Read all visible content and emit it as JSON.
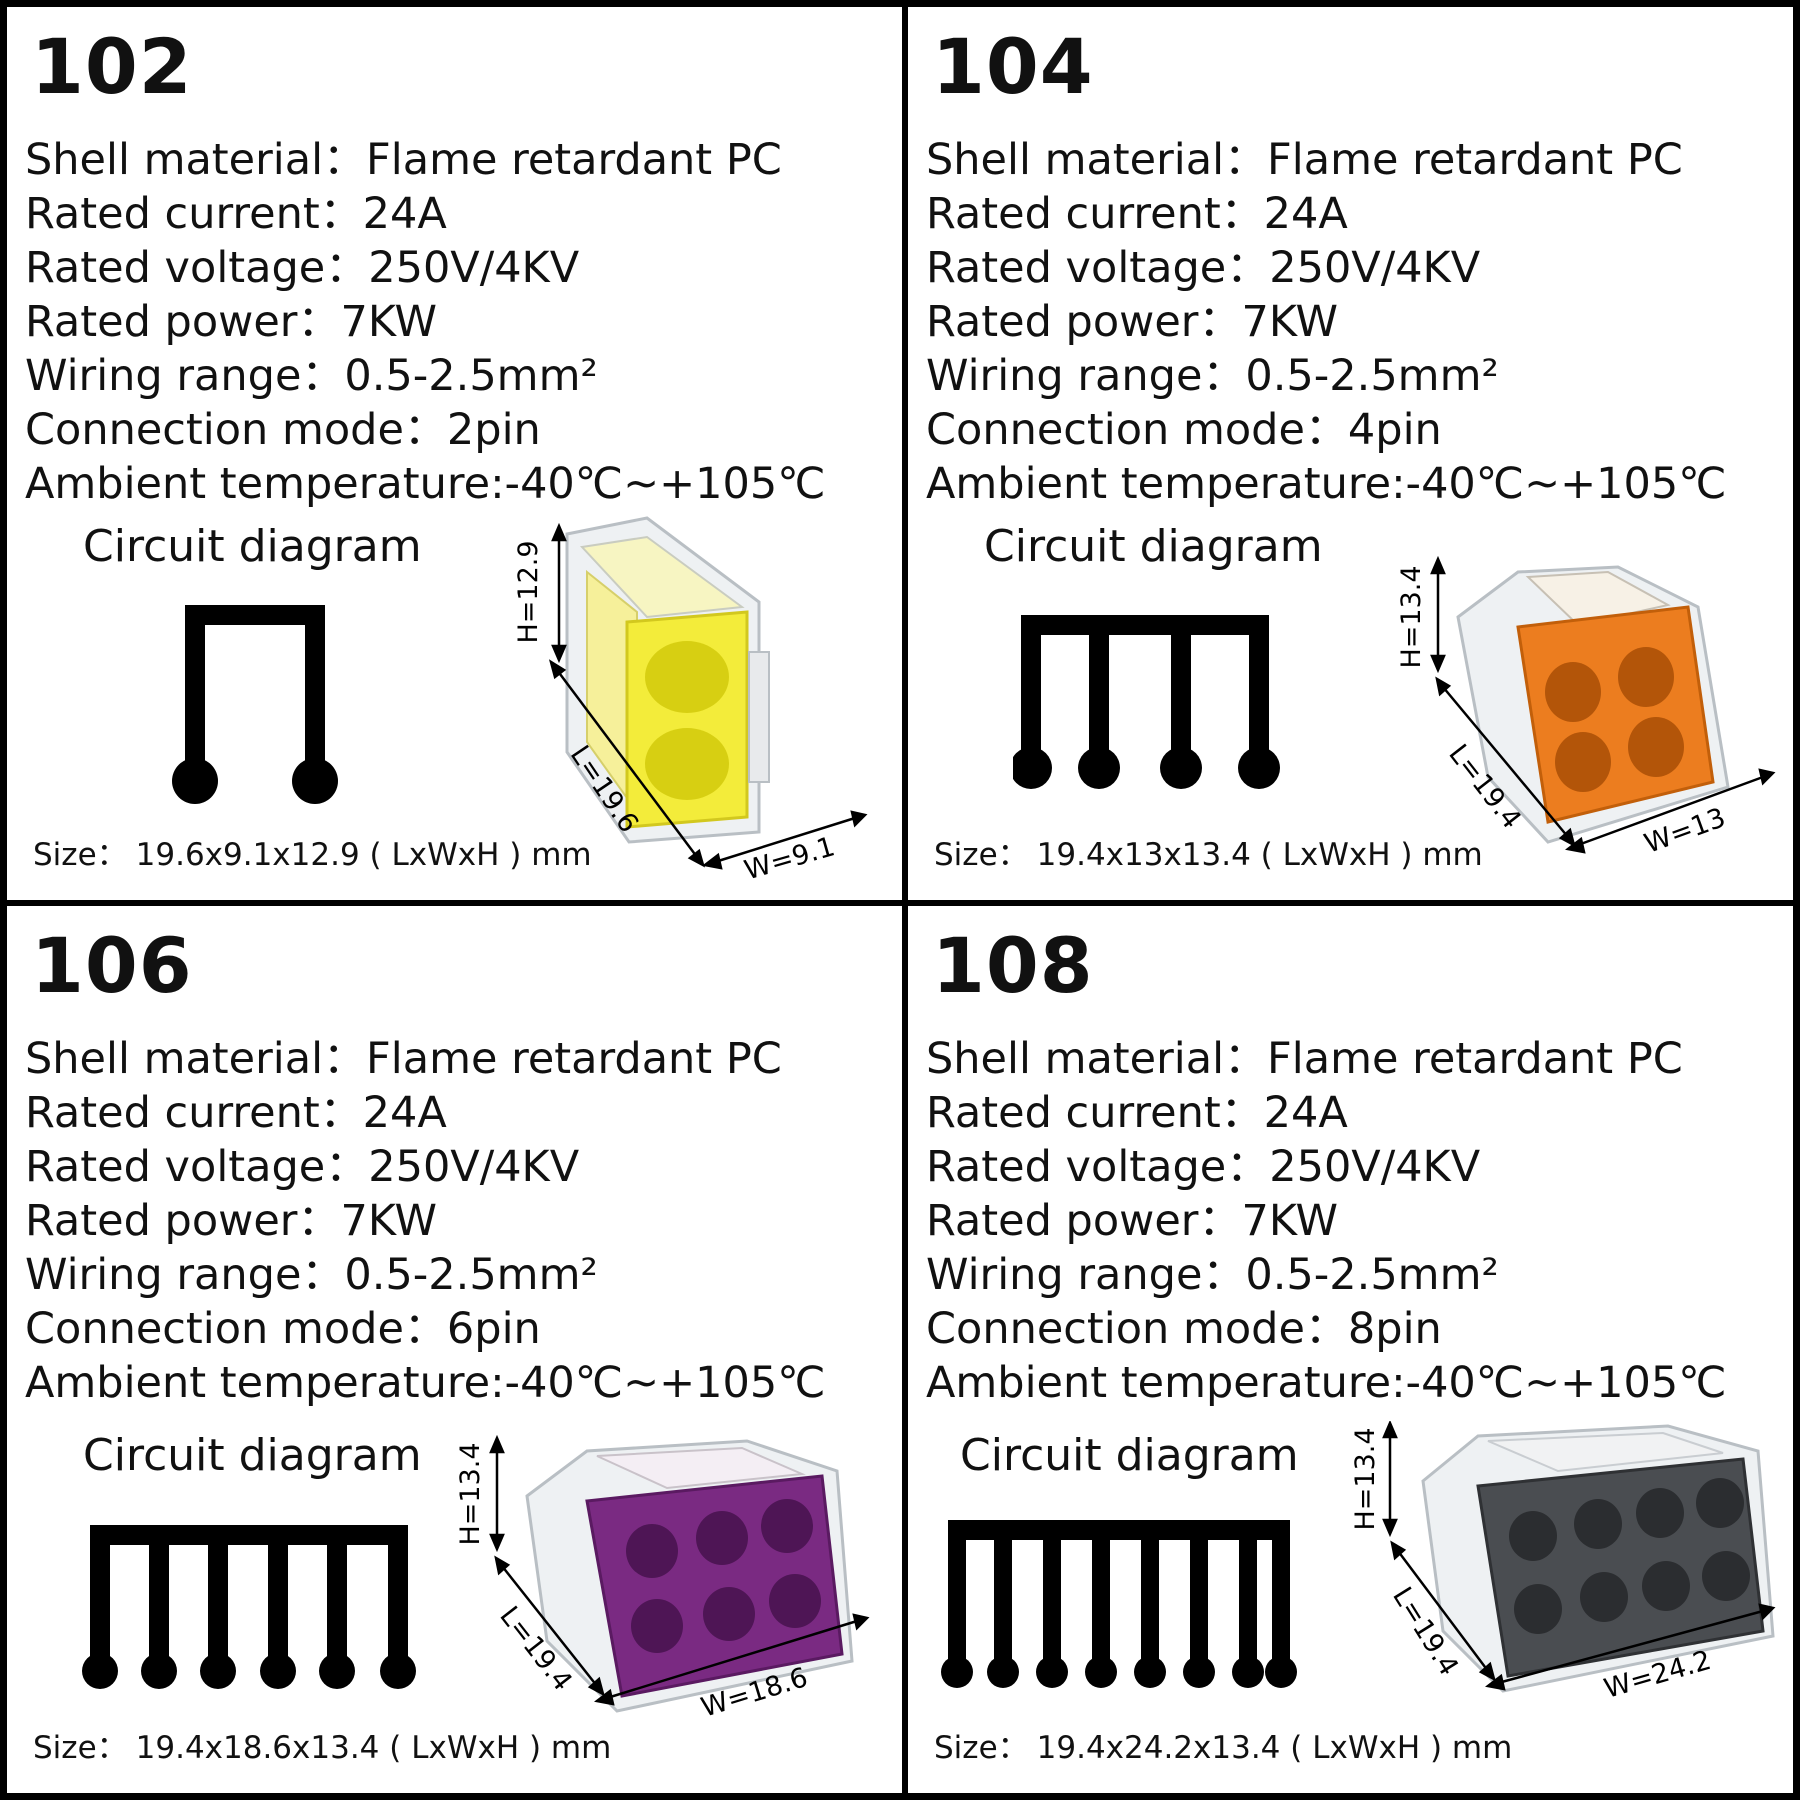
{
  "colors": {
    "background": "#ffffff",
    "border": "#000000",
    "text": "#111111",
    "connector_102": "#f3ec3a",
    "connector_104": "#ec7d1f",
    "connector_106": "#7a2a82",
    "connector_108": "#4a4d51"
  },
  "panels": [
    {
      "model": "102",
      "specs": [
        "Shell material：Flame retardant PC",
        "Rated current：24A",
        "Rated voltage：250V/4KV",
        "Rated power：7KW",
        "Wiring range：0.5-2.5mm²",
        "Connection mode：2pin",
        "Ambient temperature:-40℃~+105℃"
      ],
      "circuit_title": "Circuit diagram",
      "pins": 2,
      "size_label": "Size：",
      "size_value": "19.6x9.1x12.9 ( LxWxH ) mm",
      "dimensions": {
        "height": "H=12.9",
        "length": "L=19.6",
        "width": "W=9.1"
      },
      "icon": "yellow-2-hole-connector-icon"
    },
    {
      "model": "104",
      "specs": [
        "Shell material：Flame retardant PC",
        "Rated current：24A",
        "Rated voltage：250V/4KV",
        "Rated power：7KW",
        "Wiring range：0.5-2.5mm²",
        "Connection mode：4pin",
        "Ambient temperature:-40℃~+105℃"
      ],
      "circuit_title": "Circuit diagram",
      "pins": 4,
      "size_label": "Size：",
      "size_value": "19.4x13x13.4 ( LxWxH ) mm",
      "dimensions": {
        "height": "H=13.4",
        "length": "L=19.4",
        "width": "W=13"
      },
      "icon": "orange-4-hole-connector-icon"
    },
    {
      "model": "106",
      "specs": [
        "Shell material：Flame retardant PC",
        "Rated current：24A",
        "Rated voltage：250V/4KV",
        "Rated power：7KW",
        "Wiring range：0.5-2.5mm²",
        "Connection mode：6pin",
        "Ambient temperature:-40℃~+105℃"
      ],
      "circuit_title": "Circuit diagram",
      "pins": 6,
      "size_label": "Size：",
      "size_value": "19.4x18.6x13.4 ( LxWxH ) mm",
      "dimensions": {
        "height": "H=13.4",
        "length": "L=19.4",
        "width": "W=18.6"
      },
      "icon": "purple-6-hole-connector-icon"
    },
    {
      "model": "108",
      "specs": [
        "Shell material：Flame retardant PC",
        "Rated current：24A",
        "Rated voltage：250V/4KV",
        "Rated power：7KW",
        "Wiring range：0.5-2.5mm²",
        "Connection mode：8pin",
        "Ambient temperature:-40℃~+105℃"
      ],
      "circuit_title": "Circuit diagram",
      "pins": 8,
      "size_label": "Size：",
      "size_value": "19.4x24.2x13.4 ( LxWxH ) mm",
      "dimensions": {
        "height": "H=13.4",
        "length": "L=19.4",
        "width": "W=24.2"
      },
      "icon": "grey-8-hole-connector-icon"
    }
  ]
}
